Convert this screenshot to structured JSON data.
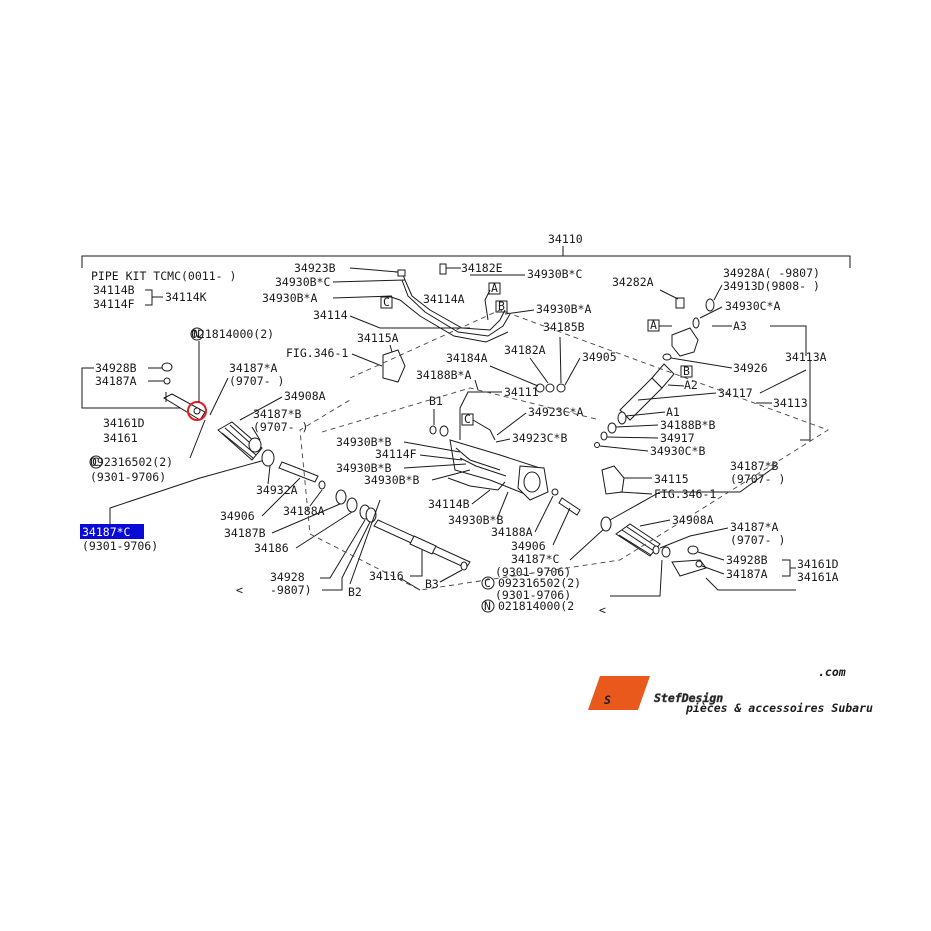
{
  "diagram": {
    "assembly_number": "34110",
    "pipe_kit": "PIPE KIT TCMC(0011-    )",
    "highlighted_part": {
      "number": "34187*C",
      "date_range": "(9301-9706)"
    },
    "labels": {
      "p34114B": "34114B",
      "p34114F": "34114F",
      "p34114K": "34114K",
      "p34923B": "34923B",
      "p34930BC_top": "34930B*C",
      "p34930BA_top": "34930B*A",
      "p34182E": "34182E",
      "p34930BC_r": "34930B*C",
      "p34114A": "34114A",
      "p34930BA_r": "34930B*A",
      "p34114": "34114",
      "p34185B": "34185B",
      "p34282A": "34282A",
      "p34928A": "34928A(  -9807)",
      "p34913D": "34913D(9808-   )",
      "p34930CA": "34930C*A",
      "pA3": "A3",
      "p34113A": "34113A",
      "p34926": "34926",
      "p34117": "34117",
      "pA2": "A2",
      "p34113": "34113",
      "pA1": "A1",
      "p34188BB": "34188B*B",
      "p34917": "34917",
      "p34930CB": "34930C*B",
      "pN_top": "021814000(2)",
      "p34928B_l": "34928B",
      "p34187A_l": "34187A",
      "p34161D_l": "34161D",
      "p34161_l": "34161",
      "p34187A_star": "34187*A",
      "p9707_l": "(9707-    )",
      "p34908A_l": "34908A",
      "p34187B_star": "34187*B",
      "p9707_l2": "(9707-    )",
      "pC_l": "092316502(2)",
      "p9301_l": "(9301-9706)",
      "p34932A": "34932A",
      "p34906_l": "34906",
      "p34188A_l": "34188A",
      "p34187B": "34187B",
      "p34186": "34186",
      "p34928": "34928",
      "p9807": "-9807)",
      "pB2": "B2",
      "pLt": "<",
      "p34116": "34116",
      "pB3": "B3",
      "p34115A": "34115A",
      "pFIG1": "FIG.346-1",
      "p34184A": "34184A",
      "p34182A": "34182A",
      "p34905": "34905",
      "p34188BA": "34188B*A",
      "p34111": "34111",
      "pB1": "B1",
      "p34923CA": "34923C*A",
      "p34923CB": "34923C*B",
      "p34930BB_1": "34930B*B",
      "p34114F_m": "34114F",
      "p34930BB_2": "34930B*B",
      "p34930BB_3": "34930B*B",
      "p34114B_m": "34114B",
      "p34930BB_4": "34930B*B",
      "p34188A_m": "34188A",
      "p34906_m": "34906",
      "p34187C_m": "34187*C",
      "p9301_m": "(9301-9706)",
      "pC_m": "092316502(2)",
      "p9301_m2": "(9301-9706)",
      "pN_m": "021814000(2",
      "p34115": "34115",
      "pFIG2": "FIG.346-1",
      "p34187B_r": "34187*B",
      "p9707_r": "(9707-     )",
      "p34908A_r": "34908A",
      "p34187A_r": "34187*A",
      "p9707_r2": "(9707-   )",
      "p34928B_r": "34928B",
      "p34187A_r2": "34187A",
      "p34161D_r": "34161D",
      "p34161A_r": "34161A",
      "boxA": "A",
      "boxB": "B",
      "boxC": "C",
      "circN": "N",
      "circC": "C"
    }
  },
  "logo": {
    "brand": "StefDesign",
    "domain": ".com",
    "tagline": "pièces & accessoires Subaru",
    "mark": "S",
    "colors": {
      "orange": "#e8591b",
      "grey": "#9a9a9a"
    }
  },
  "colors": {
    "highlight": "#0a0ad6",
    "marker": "#e02020"
  }
}
